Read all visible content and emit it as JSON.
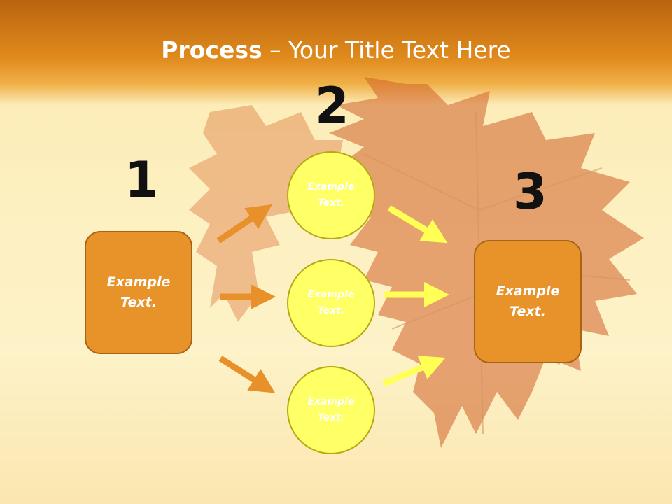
{
  "slide": {
    "title_bold": "Process",
    "title_rest": " – Your Title Text Here",
    "steps": [
      {
        "number": "1",
        "label": "Example\nText."
      },
      {
        "number": "2",
        "items": [
          "Example\nText.",
          "Example\nText.",
          "Example\nText."
        ]
      },
      {
        "number": "3",
        "label": "Example\nText."
      }
    ]
  },
  "colors": {
    "header": "#e08a1c",
    "box_fill": "#e8922a",
    "box_border": "#a86414",
    "circle_fill": "#ffff66",
    "circle_border": "#b7a810",
    "arrow_orange": "#e8902a",
    "arrow_yellow": "#ffff55"
  }
}
